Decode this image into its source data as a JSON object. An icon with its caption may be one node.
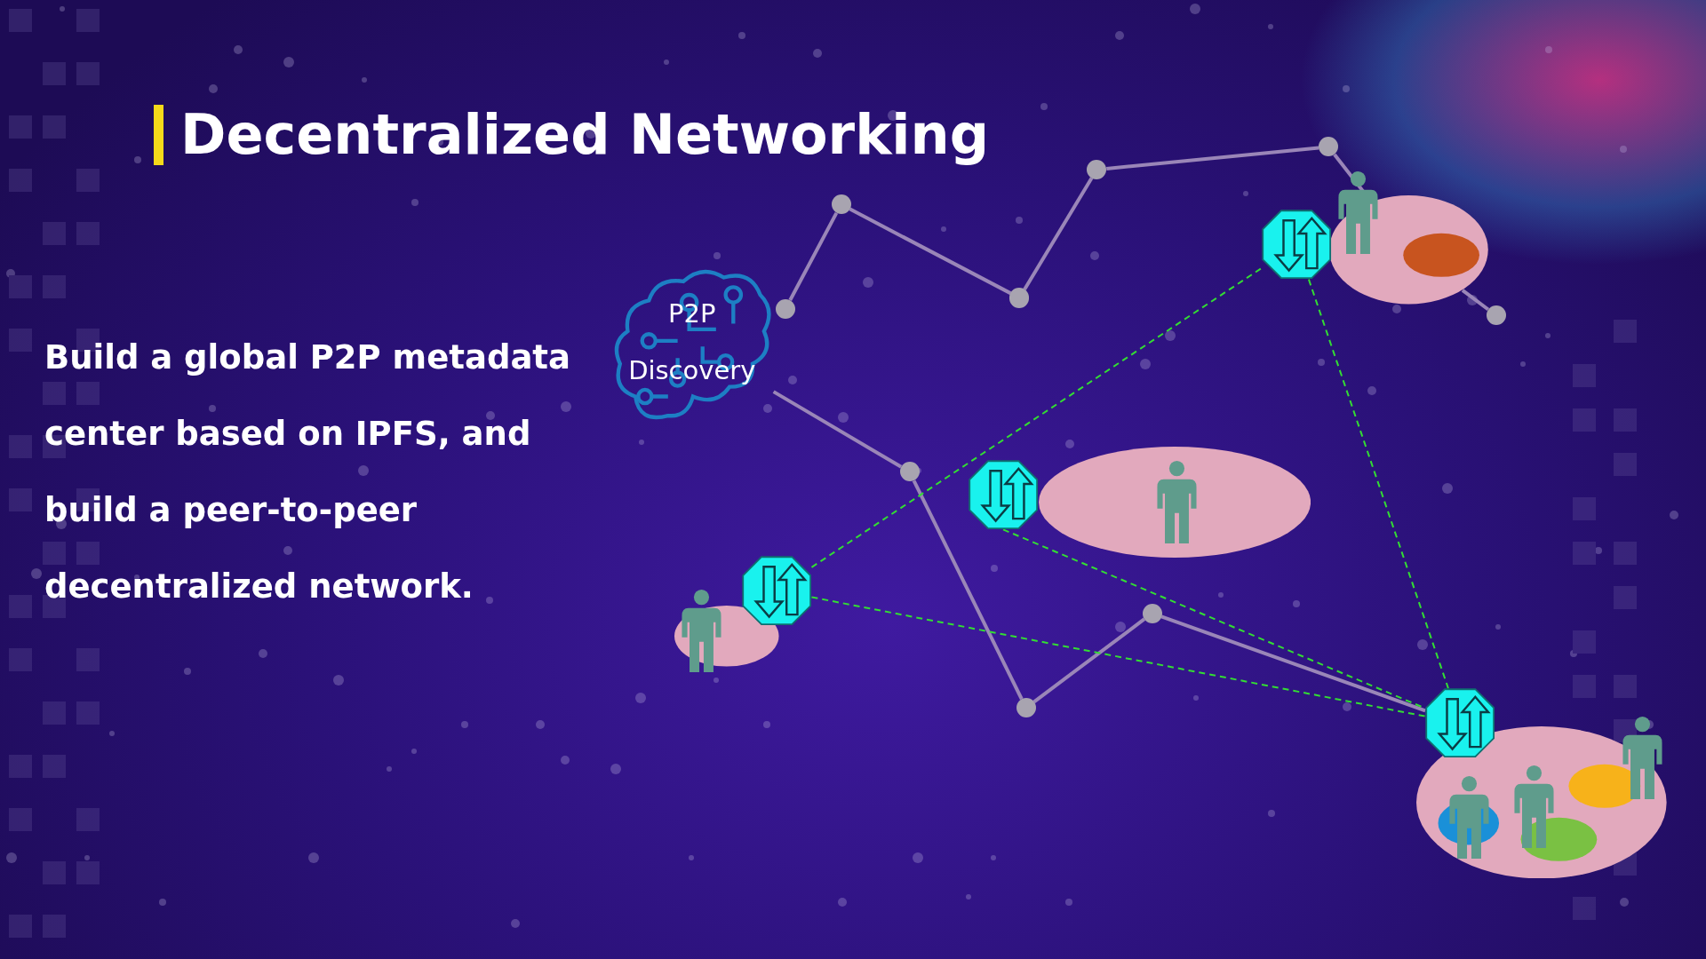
{
  "diagram": {
    "title": "Decentralized Networking",
    "nodes": [
      {
        "text": [
          "P2P Discovery"
        ]
      },
      {
        "text": [],
        "shape": "circle"
      },
      {
        "text": [],
        "shape": "circle"
      },
      {
        "text": [],
        "shape": "circle"
      },
      {
        "text": [],
        "shape": "circle"
      },
      {
        "text": [],
        "shape": "circle"
      },
      {
        "text": [],
        "shape": "ellipse"
      },
      {
        "text": [],
        "shape": "picture"
      },
      {
        "text": [],
        "shape": "circle"
      },
      {
        "text": [],
        "shape": "circle"
      },
      {
        "text": [],
        "shape": "ellipse"
      },
      {
        "text": [],
        "shape": "picture"
      },
      {
        "text": [],
        "shape": "picture"
      },
      {
        "text": [],
        "shape": "ellipse"
      },
      {
        "text": [],
        "shape": "circle"
      },
      {
        "text": [],
        "shape": "circle"
      },
      {
        "text": [],
        "shape": "picture"
      },
      {
        "text": [],
        "shape": "ellipse"
      }
    ],
    "edges": [
      {
        "from": 1,
        "to": 2,
        "arrow": "none"
      },
      {
        "from": 2,
        "to": 3,
        "arrow": "none"
      },
      {
        "from": 3,
        "to": 4,
        "arrow": "none"
      },
      {
        "from": 4,
        "to": 5,
        "arrow": "none"
      },
      {
        "from": 5,
        "to": 6,
        "arrow": "none"
      },
      {
        "from": 6,
        "to": 8,
        "arrow": "none"
      },
      {
        "from": 0,
        "to": 9,
        "arrow": "none"
      },
      {
        "from": 9,
        "to": 14,
        "arrow": "none"
      },
      {
        "from": 14,
        "to": 15,
        "arrow": "none"
      },
      {
        "from": 15,
        "to": 16,
        "arrow": "none"
      },
      {
        "from": 12,
        "to": 7,
        "arrow": "none",
        "style": "dashed",
        "color": "#33dd33"
      },
      {
        "from": 7,
        "to": 16,
        "arrow": "none",
        "style": "dashed",
        "color": "#33dd33"
      },
      {
        "from": 12,
        "to": 16,
        "arrow": "none",
        "style": "dashed",
        "color": "#33dd33"
      },
      {
        "from": 11,
        "to": 16,
        "arrow": "none",
        "style": "dashed",
        "color": "#33dd33"
      }
    ],
    "labels": [
      "Build a global P2P metadata center based on IPFS, and build a peer-to-peer decentralized network."
    ]
  }
}
